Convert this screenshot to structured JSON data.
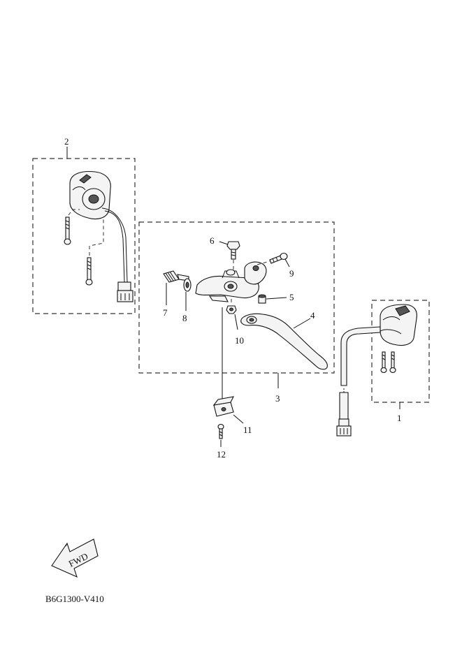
{
  "diagram": {
    "callouts": {
      "c1": "1",
      "c2": "2",
      "c3": "3",
      "c4": "4",
      "c5": "5",
      "c6": "6",
      "c7": "7",
      "c8": "8",
      "c9": "9",
      "c10": "10",
      "c11": "11",
      "c12": "12"
    },
    "fwd_label": "FWD",
    "drawing_code": "B6G1300-V410"
  }
}
